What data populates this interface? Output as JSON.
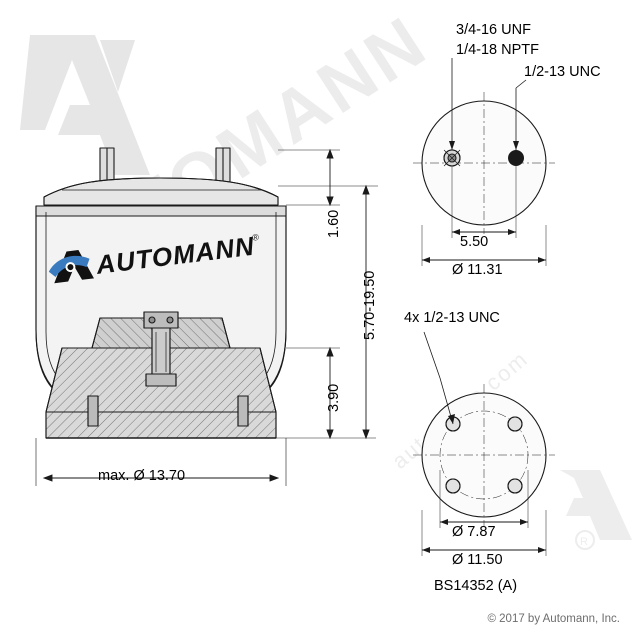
{
  "document": {
    "title": "Automann air spring technical drawing",
    "part_number": "BS14352 (A)",
    "copyright": "© 2017 by Automann, Inc.",
    "brand": "AUTOMANN",
    "watermark_text": "automann"
  },
  "dimensions": {
    "top_plate_height": "1.60",
    "stroke_range": "5.70-19.50",
    "piston_height": "3.90",
    "max_diameter": "max. Ø 13.70",
    "top_bolt_circle": "5.50",
    "top_outer_diameter": "Ø 11.31",
    "bottom_bolt_circle": "Ø 7.87",
    "bottom_outer_diameter": "Ø 11.50"
  },
  "callouts": {
    "air_fitting_1": "3/4-16 UNF",
    "air_fitting_2": "1/4-18 NPTF",
    "stud_thread": "1/2-13 UNC",
    "bottom_studs": "4x 1/2-13 UNC"
  },
  "colors": {
    "line": "#1a1a1a",
    "fill_light": "#e9e9e9",
    "fill_mid": "#c9c9c9",
    "fill_dark": "#9a9a9a",
    "watermark": "#e4e4e4",
    "footer_text": "#6e6e6e"
  }
}
